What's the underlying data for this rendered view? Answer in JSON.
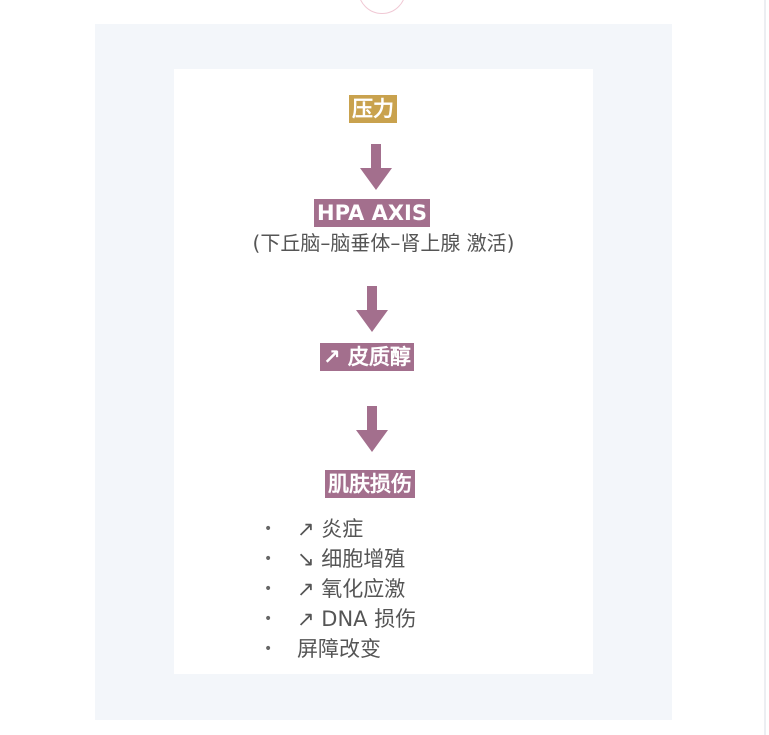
{
  "diagram": {
    "stress": "压力",
    "hpa_axis": "HPA AXIS",
    "hpa_subtitle": "(下丘脑–脑垂体–肾上腺 激活)",
    "cortisol": "↗ 皮质醇",
    "skin_damage": "肌肤损伤",
    "effects": [
      "↗ 炎症",
      "↘ 细胞增殖",
      "↗ 氧化应激",
      "↗ DNA 损伤",
      "屏障改变"
    ],
    "bullet_glyph": "•"
  },
  "colors": {
    "stress_label": "#c9a24e",
    "mauve_label": "#a36f8d",
    "arrow": "#a36f8d",
    "panel_background": "#f3f6fa",
    "card_background": "#ffffff",
    "text_gray": "#555555"
  },
  "icons": {
    "flow_arrow": "arrow-down-icon"
  }
}
